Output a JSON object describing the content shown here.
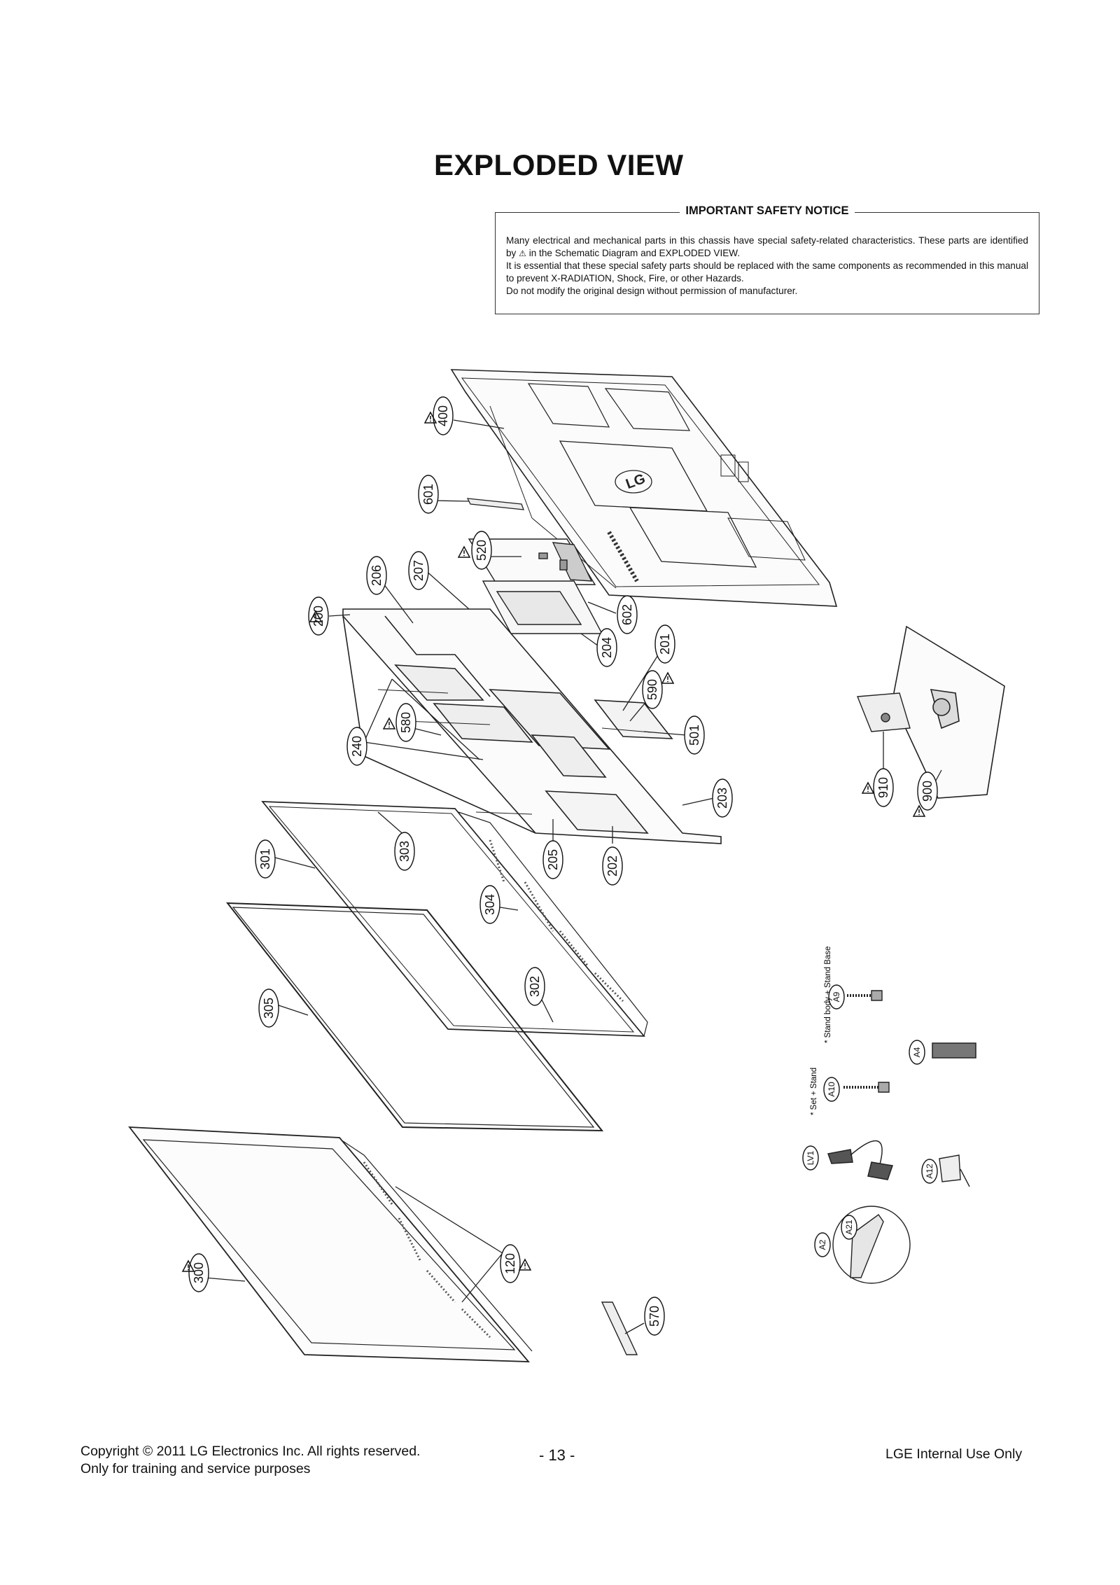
{
  "page_title": "EXPLODED VIEW",
  "notice": {
    "heading": "IMPORTANT SAFETY NOTICE",
    "line1a": "Many electrical and mechanical parts in this chassis have special safety-related characteristics. These parts are identified by",
    "warning_symbol": "⚠",
    "line1b": "in the Schematic Diagram and EXPLODED VIEW.",
    "line2": "It is essential that these special safety parts should be replaced with the same components as recommended in this manual to prevent X-RADIATION, Shock, Fire, or other Hazards.",
    "line3": "Do not modify the original design without permission of manufacturer."
  },
  "diagram": {
    "brand_logo": "LG",
    "part_labels": {
      "p400": "400",
      "p601": "601",
      "p520": "520",
      "p206": "206",
      "p207": "207",
      "p200": "200",
      "p602": "602",
      "p204": "204",
      "p201": "201",
      "p590": "590",
      "p580": "580",
      "p240": "240",
      "p501": "501",
      "p203": "203",
      "p205": "205",
      "p202": "202",
      "p301": "301",
      "p303": "303",
      "p304": "304",
      "p302": "302",
      "p305": "305",
      "p300": "300",
      "p120": "120",
      "p570": "570",
      "p910": "910",
      "p900": "900",
      "pA9": "A9",
      "pA10": "A10",
      "pA4": "A4",
      "pLV1": "LV1",
      "pA12": "A12",
      "pA2": "A2",
      "pA21": "A21"
    },
    "stand_body_note": "* Stand body + Stand Base",
    "set_stand_note": "* Set + Stand",
    "warning_symbol": "⚠"
  },
  "footer": {
    "copyright": "Copyright © 2011 LG Electronics Inc. All rights reserved.",
    "purpose": "Only for training and service purposes",
    "page_number": "- 13 -",
    "internal": "LGE Internal Use Only"
  }
}
